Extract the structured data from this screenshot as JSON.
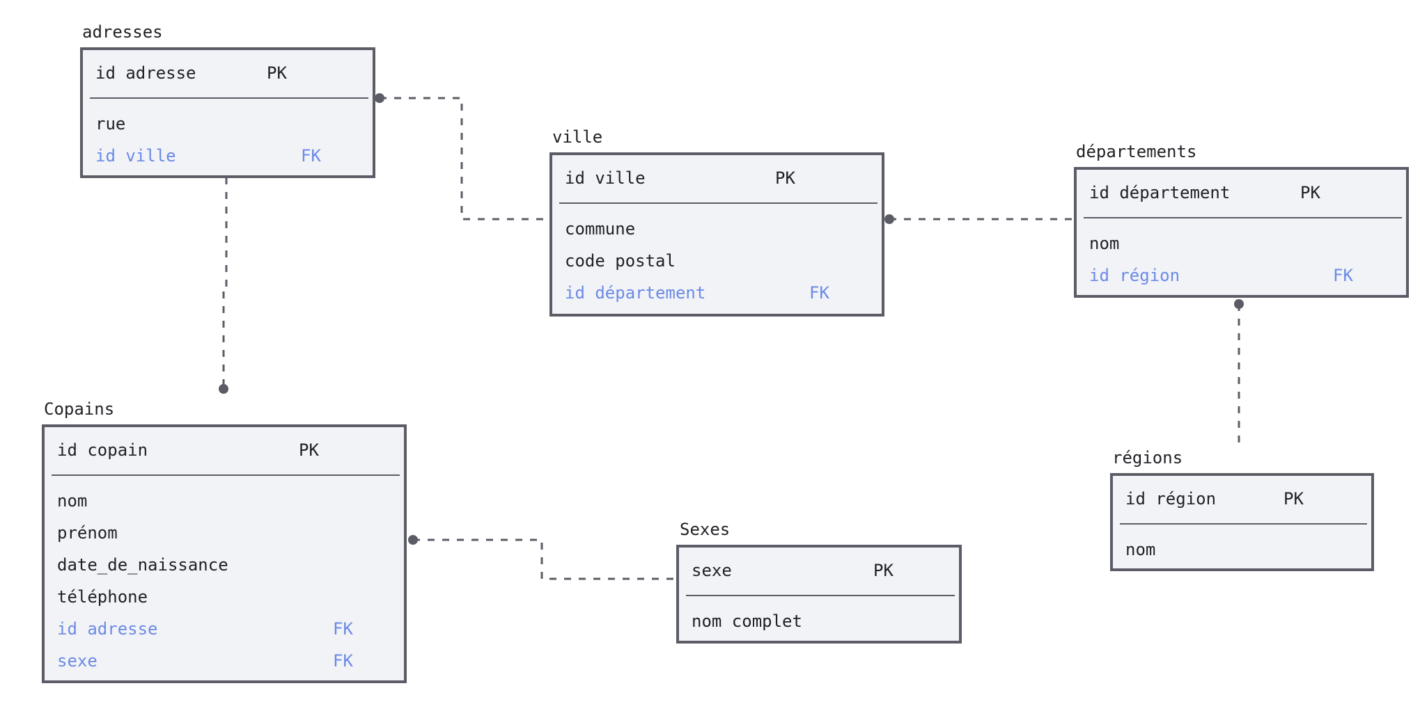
{
  "colors": {
    "border": "#5b5c66",
    "box_fill": "#f2f3f7",
    "text": "#1f2024",
    "foreign_key": "#6b8ae6",
    "connector": "#5b5c66"
  },
  "entities": {
    "adresses": {
      "title": "adresses",
      "pk": {
        "name": "id adresse",
        "key": "PK"
      },
      "fields": [
        {
          "name": "rue",
          "key": ""
        },
        {
          "name": "id ville",
          "key": "FK",
          "fk": true
        }
      ]
    },
    "ville": {
      "title": "ville",
      "pk": {
        "name": "id ville",
        "key": "PK"
      },
      "fields": [
        {
          "name": "commune",
          "key": ""
        },
        {
          "name": "code postal",
          "key": ""
        },
        {
          "name": "id département",
          "key": "FK",
          "fk": true
        }
      ]
    },
    "departements": {
      "title": "départements",
      "pk": {
        "name": "id département",
        "key": "PK"
      },
      "fields": [
        {
          "name": "nom",
          "key": ""
        },
        {
          "name": "id région",
          "key": "FK",
          "fk": true
        }
      ]
    },
    "regions": {
      "title": "régions",
      "pk": {
        "name": "id région",
        "key": "PK"
      },
      "fields": [
        {
          "name": "nom",
          "key": ""
        }
      ]
    },
    "copains": {
      "title": "Copains",
      "pk": {
        "name": "id copain",
        "key": "PK"
      },
      "fields": [
        {
          "name": "nom",
          "key": ""
        },
        {
          "name": "prénom",
          "key": ""
        },
        {
          "name": "date_de_naissance",
          "key": ""
        },
        {
          "name": "téléphone",
          "key": ""
        },
        {
          "name": "id adresse",
          "key": "FK",
          "fk": true
        },
        {
          "name": "sexe",
          "key": "FK",
          "fk": true
        }
      ]
    },
    "sexes": {
      "title": "Sexes",
      "pk": {
        "name": "sexe",
        "key": "PK"
      },
      "fields": [
        {
          "name": "nom complet",
          "key": ""
        }
      ]
    }
  },
  "relationships": [
    {
      "from": "adresses",
      "to": "ville"
    },
    {
      "from": "ville",
      "to": "departements"
    },
    {
      "from": "departements",
      "to": "regions"
    },
    {
      "from": "adresses",
      "to": "copains"
    },
    {
      "from": "copains",
      "to": "sexes"
    }
  ]
}
